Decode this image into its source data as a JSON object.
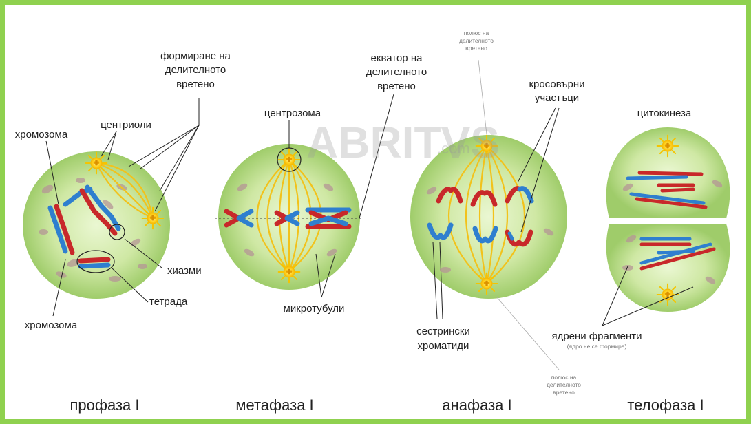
{
  "watermark": {
    "brand": "ABRITVS",
    "suffix": ".com"
  },
  "prophase": {
    "stage_label": "профаза I",
    "spindle_formation": [
      "формиране на",
      "делителното",
      "вретено"
    ],
    "centrioles": "центриоли",
    "chromosome_top": "хромозома",
    "chromosome_bottom": "хромозома",
    "chiasmata": "хиазми",
    "tetrad": "тетрада"
  },
  "metaphase": {
    "stage_label": "метафаза I",
    "centrosome": "центрозома",
    "equator": [
      "екватор на",
      "делителното",
      "вретено"
    ],
    "microtubules": "микротубули"
  },
  "anaphase": {
    "stage_label": "анафаза I",
    "pole_top": [
      "полюс на",
      "делителното",
      "вретено"
    ],
    "pole_bottom": [
      "полюс на",
      "делителното",
      "вретено"
    ],
    "crossover": [
      "кросовърни",
      "участъци"
    ],
    "sister_chromatids": [
      "сестрински",
      "хроматиди"
    ]
  },
  "telophase": {
    "stage_label": "телофаза I",
    "cytokinesis": "цитокинеза",
    "nuclear_fragments": "ядрени фрагменти",
    "no_nucleus": "(ядро не се формира)"
  },
  "colors": {
    "background_border": "#8fd14f",
    "cell_fill": "#bfe08c",
    "cell_center": "#e9f6cf",
    "spindle": "#f2c21b",
    "chromosome_red": "#c8282a",
    "chromosome_blue": "#2f7fcf",
    "centrosome": "#ffd21f"
  }
}
